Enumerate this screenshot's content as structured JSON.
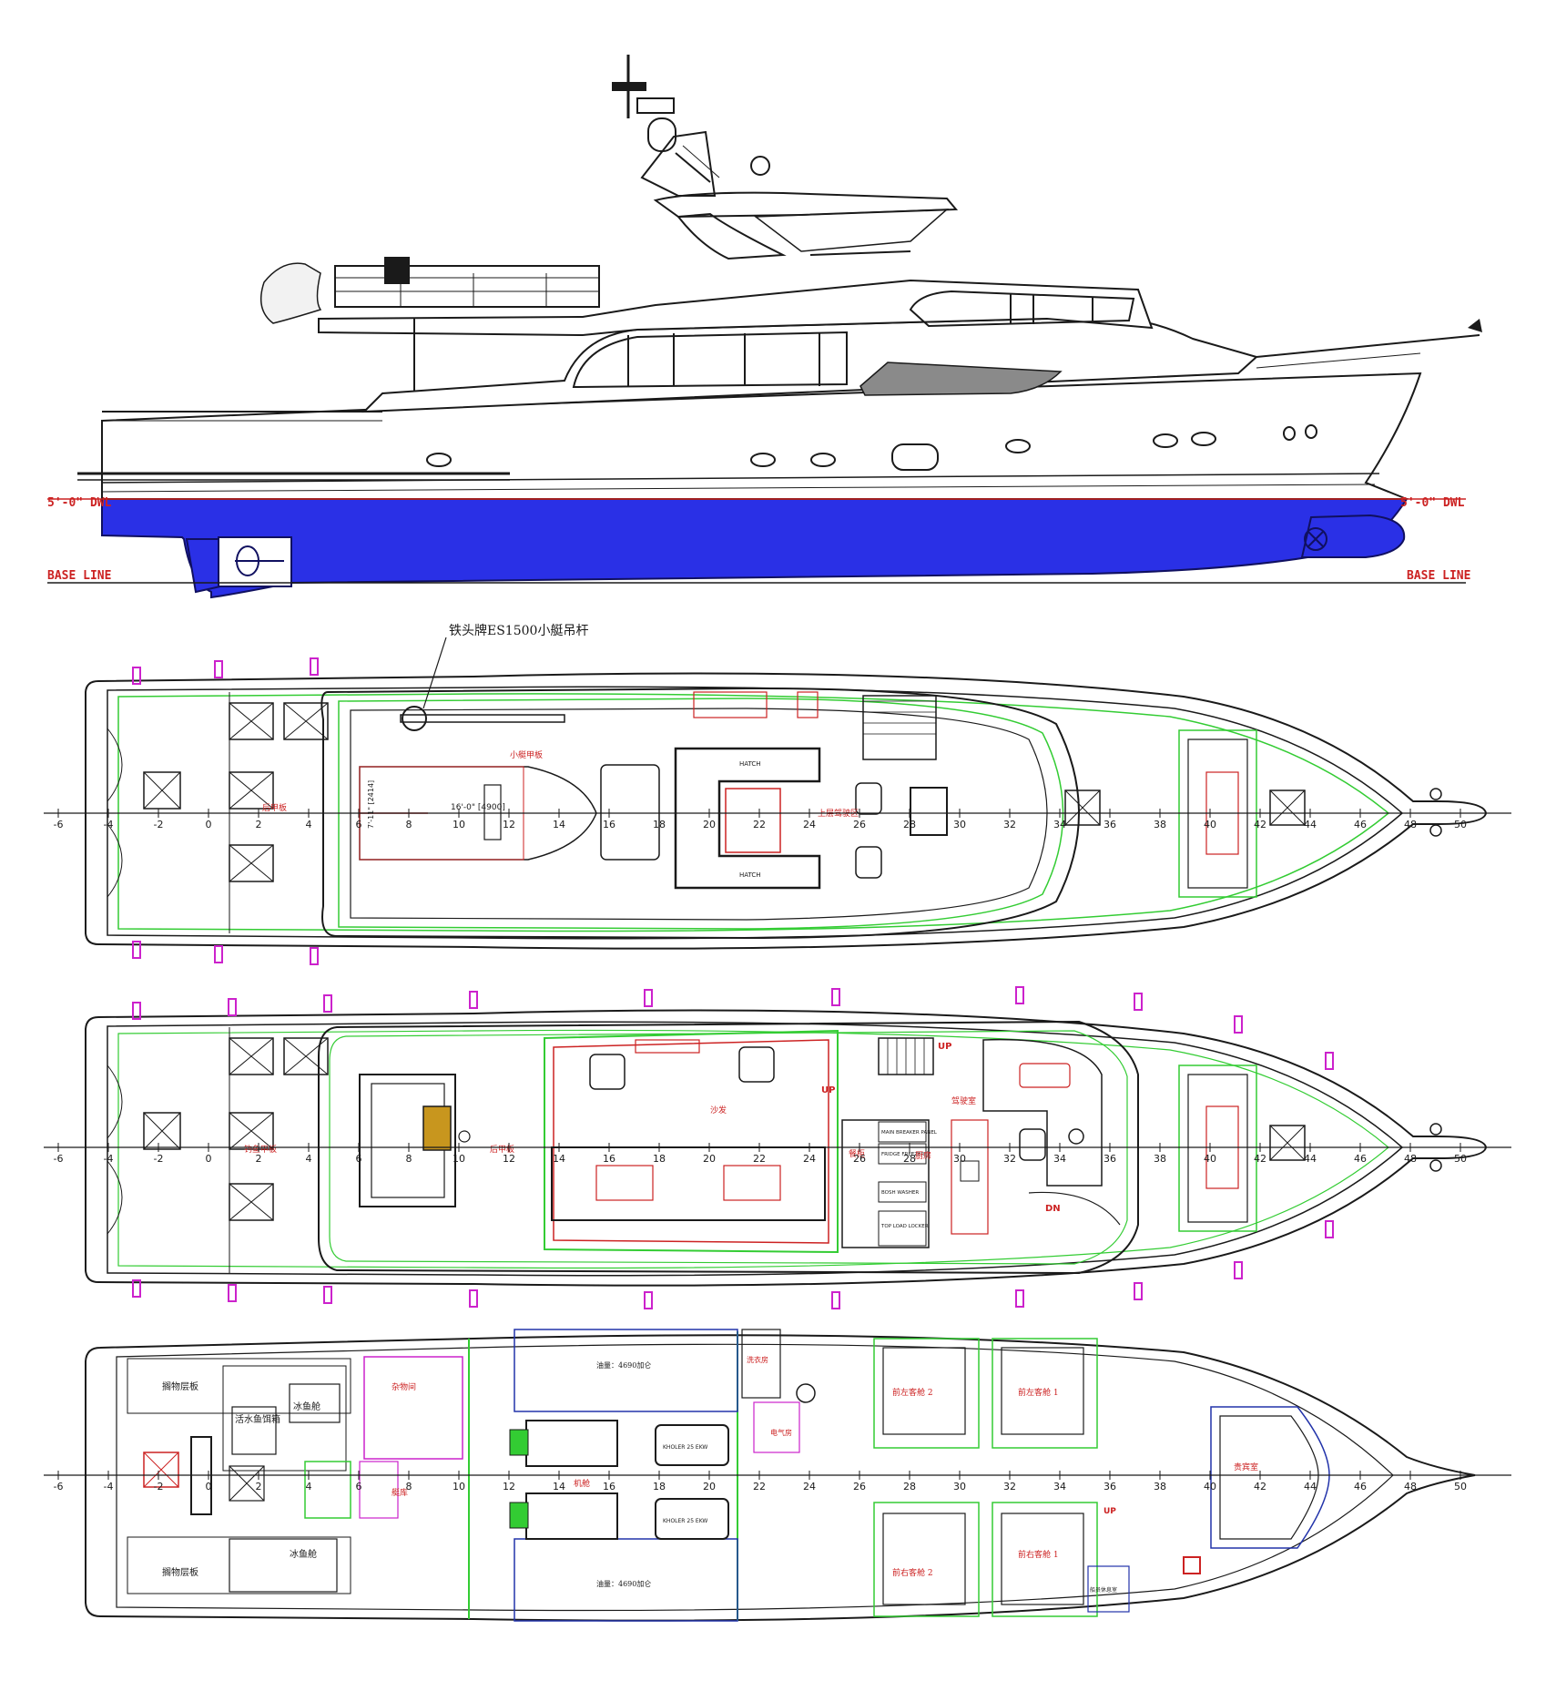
{
  "colors": {
    "hull_blue": "#2a30e6",
    "line": "#1a1a1a",
    "partition_green": "#33cc33",
    "furniture_red": "#c0392b",
    "stanchion_magenta": "#cc22cc",
    "label_red": "#cc2222",
    "helm_seat_gold": "#c8961e",
    "tank_blue": "#2233aa",
    "window_gray": "#8a8a8a"
  },
  "profile": {
    "dwl_left": "5'-0\" DWL",
    "dwl_right": "5'-0\" DWL",
    "baseline_left": "BASE LINE",
    "baseline_right": "BASE LINE"
  },
  "frames": [
    {
      "n": 0,
      "label": "-6"
    },
    {
      "n": 1,
      "label": "-4"
    },
    {
      "n": 2,
      "label": "-2"
    },
    {
      "n": 3,
      "label": "0"
    },
    {
      "n": 4,
      "label": "2"
    },
    {
      "n": 5,
      "label": "4"
    },
    {
      "n": 6,
      "label": "6"
    },
    {
      "n": 7,
      "label": "8"
    },
    {
      "n": 8,
      "label": "10"
    },
    {
      "n": 9,
      "label": "12"
    },
    {
      "n": 10,
      "label": "14"
    },
    {
      "n": 11,
      "label": "16"
    },
    {
      "n": 12,
      "label": "18"
    },
    {
      "n": 13,
      "label": "20"
    },
    {
      "n": 14,
      "label": "22"
    },
    {
      "n": 15,
      "label": "24"
    },
    {
      "n": 16,
      "label": "26"
    },
    {
      "n": 17,
      "label": "28"
    },
    {
      "n": 18,
      "label": "30"
    },
    {
      "n": 19,
      "label": "32"
    },
    {
      "n": 20,
      "label": "34"
    },
    {
      "n": 21,
      "label": "36"
    },
    {
      "n": 22,
      "label": "38"
    },
    {
      "n": 23,
      "label": "40"
    },
    {
      "n": 24,
      "label": "42"
    },
    {
      "n": 25,
      "label": "44"
    },
    {
      "n": 26,
      "label": "46"
    },
    {
      "n": 27,
      "label": "48"
    },
    {
      "n": 28,
      "label": "50"
    }
  ],
  "upper_deck": {
    "callout": "铁头牌ES1500小艇吊杆",
    "tender_deck": "小艇甲板",
    "aft_deck": "后甲板",
    "flybridge_helm": "上层驾驶区",
    "tender_length": "16'-0\" [4900]",
    "tender_beam": "7'-11\" [2414]",
    "hatch_1": "HATCH",
    "hatch_2": "HATCH"
  },
  "main_deck": {
    "fishing_deck": "钓鱼甲板",
    "aft_deck": "后甲板",
    "salon": "沙发",
    "helm": "驾驶室",
    "galley": "厨房",
    "buffet": "餐柜",
    "stair_up_1": "UP",
    "stair_up_2": "UP",
    "stair_dn": "DN",
    "breaker_panel": "MAIN BREAKER PANEL",
    "fridge": "FRIDGE FREEZER",
    "washer": "BOSH WASHER",
    "locker": "TOP LOAD LOCKER"
  },
  "lower_deck": {
    "storage_shelf_1": "搁物层板",
    "storage_shelf_2": "搁物层板",
    "live_bait": "活水鱼饵箱",
    "fish_hold_1": "冰鱼舱",
    "fish_hold_2": "冰鱼舱",
    "misc_room": "杂物间",
    "tender_storage": "艇库",
    "engine_room": "机舱",
    "fuel_upper": "油量：4690加仑",
    "fuel_lower": "油量：4690加仑",
    "generator_1": "KHOLER 25 EKW",
    "generator_2": "KHOLER 25 EKW",
    "electrical": "电气房",
    "laundry": "洗衣房",
    "guest_port_2": "前左客舱 2",
    "guest_port_1": "前左客舱 1",
    "guest_stbd_2": "前右客舱 2",
    "guest_stbd_1": "前右客舱 1",
    "vip": "贵宾室",
    "crew_room": "船员休息室",
    "stair_up": "UP"
  }
}
